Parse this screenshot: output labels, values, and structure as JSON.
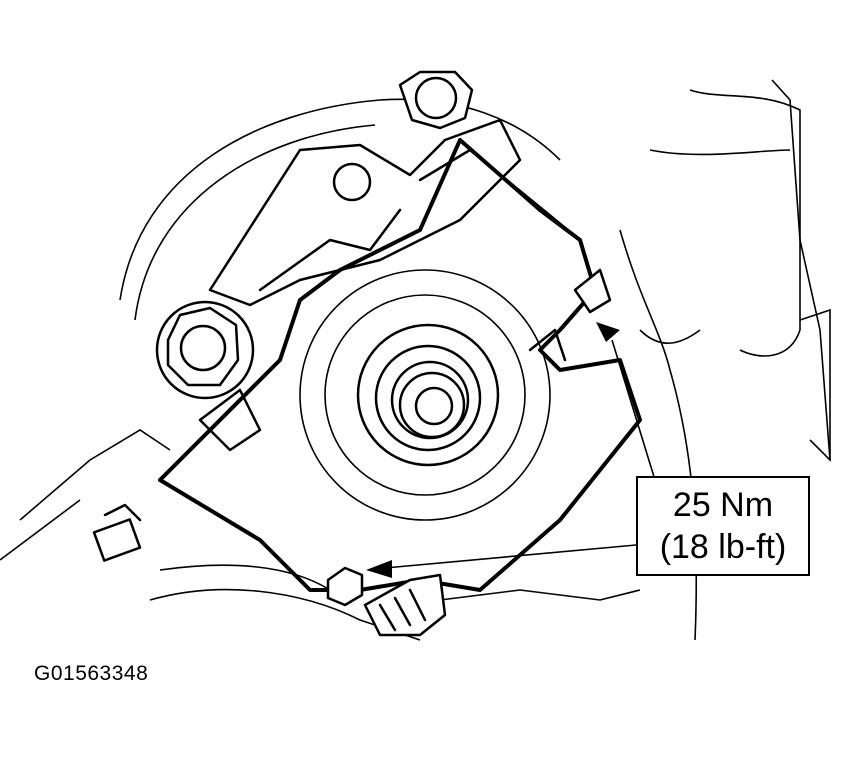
{
  "callout": {
    "line1": "25 Nm",
    "line2": "(18 lb-ft)"
  },
  "figure_id": "G01563348",
  "colors": {
    "ink": "#000000",
    "paper": "#ffffff"
  }
}
